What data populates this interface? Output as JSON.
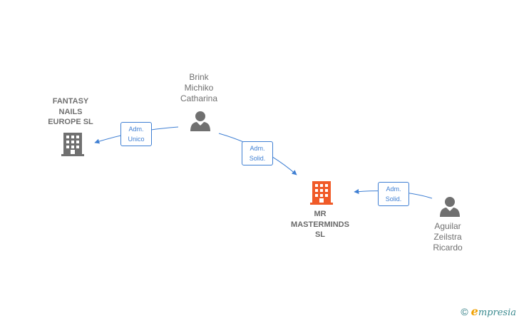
{
  "diagram": {
    "nodes": {
      "fantasy": {
        "label": "FANTASY\nNAILS\nEUROPE SL",
        "icon": "building-icon",
        "color": "#707070"
      },
      "brink": {
        "label": "Brink\nMichiko\nCatharina",
        "icon": "person-icon",
        "color": "#707070"
      },
      "mr": {
        "label": "MR\nMASTERMINDS\nSL",
        "icon": "building-icon",
        "color": "#f05a28"
      },
      "aguilar": {
        "label": "Aguilar\nZeilstra\nRicardo",
        "icon": "person-icon",
        "color": "#707070"
      }
    },
    "edges": [
      {
        "from": "brink",
        "to": "fantasy",
        "label": "Adm.\nUnico"
      },
      {
        "from": "brink",
        "to": "mr",
        "label": "Adm.\nSolid."
      },
      {
        "from": "aguilar",
        "to": "mr",
        "label": "Adm.\nSolid."
      }
    ],
    "edge_color": "#3f7fd3"
  },
  "footer": {
    "copyright_symbol": "©",
    "brand_initial": "e",
    "brand_rest": "mpresia"
  }
}
